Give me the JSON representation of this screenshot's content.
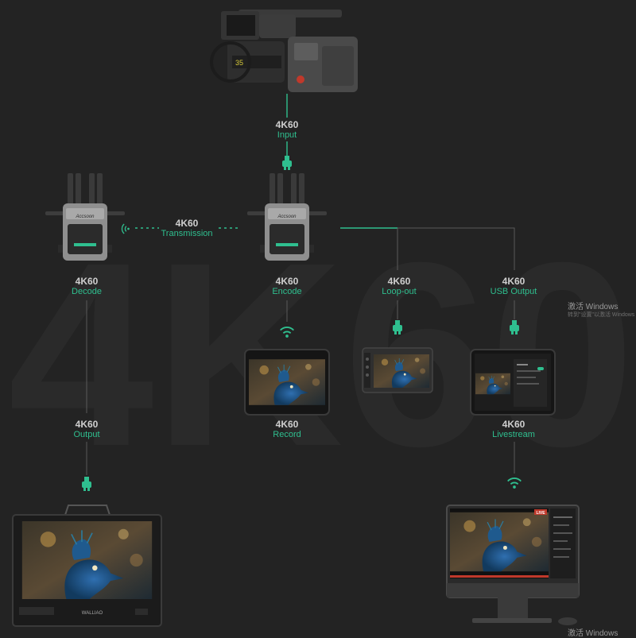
{
  "colors": {
    "background": "#232323",
    "accent": "#2fbf8f",
    "label": "#cfcfcf",
    "device": "#9a9a9a"
  },
  "brand": "Accsoon",
  "monitor_brand": "WALLIAO",
  "nodes": {
    "camera": {
      "value": "4K60",
      "label": "Input"
    },
    "decode": {
      "value": "4K60",
      "label": "Decode"
    },
    "encode": {
      "value": "4K60",
      "label": "Encode"
    },
    "link": {
      "value": "4K60",
      "label": "Transmission"
    },
    "loopout": {
      "value": "4K60",
      "label": "Loop-out"
    },
    "usb": {
      "value": "4K60",
      "label": "USB Output"
    },
    "output": {
      "value": "4K60",
      "label": "Output"
    },
    "record": {
      "value": "4K60",
      "label": "Record"
    },
    "livestream": {
      "value": "4K60",
      "label": "Livestream"
    }
  },
  "live_badge": "LIVE",
  "watermark": {
    "line1": "激活 Windows",
    "line2": "转到\"设置\"以激活 Windows",
    "bottom": "激活 Windows"
  },
  "background_text": "4K60",
  "icons": [
    "camera-icon",
    "transmitter-icon",
    "receiver-icon",
    "hdmi-connector-icon",
    "usb-connector-icon",
    "wireless-icon",
    "tablet-icon",
    "field-monitor-icon",
    "desktop-monitor-icon"
  ]
}
